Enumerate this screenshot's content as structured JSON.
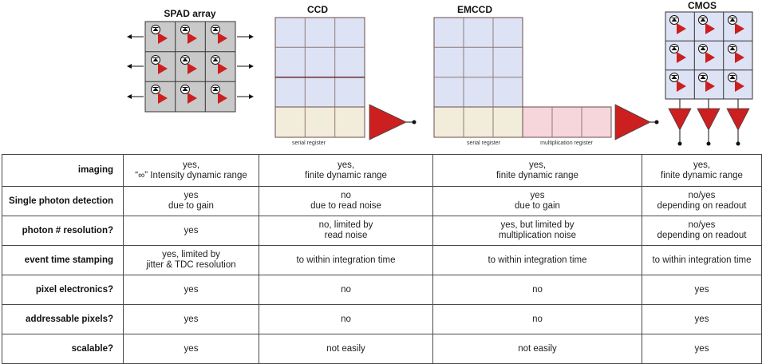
{
  "diagram": {
    "spad_title": "SPAD array",
    "ccd_title": "CCD",
    "emccd_title": "EMCCD",
    "cmos_title": "CMOS",
    "ccd_serial_label": "serial register",
    "emccd_serial_label": "serial register",
    "emccd_mult_label": "multiplication register",
    "colors": {
      "pixel_blue": "#dde3f4",
      "serial_beige": "#f2ecda",
      "mult_pink": "#f6d6db",
      "amp_red": "#cc1f1f",
      "grid_gray": "#c9c9c9"
    }
  },
  "table": {
    "rows": [
      {
        "label": "imaging",
        "cells": [
          "yes,\n“∞” Intensity dynamic range",
          "yes,\nfinite dynamic range",
          "yes,\nfinite dynamic range",
          "yes,\nfinite dynamic range"
        ]
      },
      {
        "label": "Single photon detection",
        "cells": [
          "yes\ndue to gain",
          "no\ndue to read noise",
          "yes\ndue to gain",
          "no/yes\ndepending on readout"
        ]
      },
      {
        "label": "photon # resolution?",
        "cells": [
          "yes",
          "no, limited by\nread noise",
          "yes, but limited by\nmultiplication noise",
          "no/yes\ndepending on readout"
        ]
      },
      {
        "label": "event time stamping",
        "cells": [
          "yes, limited by\njitter & TDC resolution",
          "to within integration time",
          "to within integration time",
          "to within integration time"
        ]
      },
      {
        "label": "pixel electronics?",
        "cells": [
          "yes",
          "no",
          "no",
          "yes"
        ]
      },
      {
        "label": "addressable pixels?",
        "cells": [
          "yes",
          "no",
          "no",
          "yes"
        ]
      },
      {
        "label": "scalable?",
        "cells": [
          "yes",
          "not easily",
          "not easily",
          "yes"
        ]
      }
    ]
  }
}
